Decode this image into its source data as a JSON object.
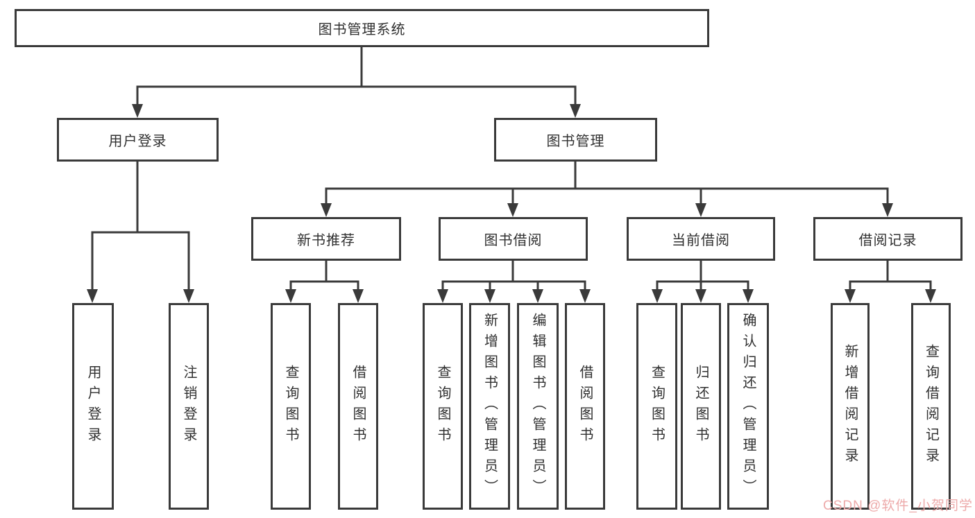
{
  "diagram": {
    "title": "图书管理系统",
    "nodes": {
      "root": "图书管理系统",
      "user_login": "用户登录",
      "book_mgmt": "图书管理",
      "new_book_rec": "新书推荐",
      "book_borrow": "图书借阅",
      "current_borrow": "当前借阅",
      "borrow_records": "借阅记录",
      "leaf_user_login": "用户登录",
      "leaf_logout": "注销登录",
      "leaf_query_books_1": "查询图书",
      "leaf_borrow_books_1": "借阅图书",
      "leaf_query_books_2": "查询图书",
      "leaf_add_books": "新增图书（管理员）",
      "leaf_edit_books": "编辑图书（管理员）",
      "leaf_borrow_books_2": "借阅图书",
      "leaf_query_books_3": "查询图书",
      "leaf_return_books": "归还图书",
      "leaf_confirm_return": "确认归还（管理员）",
      "leaf_add_record": "新增借阅记录",
      "leaf_query_record": "查询借阅记录"
    },
    "edges": [
      [
        "root",
        "user_login"
      ],
      [
        "root",
        "book_mgmt"
      ],
      [
        "user_login",
        "leaf_user_login"
      ],
      [
        "user_login",
        "leaf_logout"
      ],
      [
        "book_mgmt",
        "new_book_rec"
      ],
      [
        "book_mgmt",
        "book_borrow"
      ],
      [
        "book_mgmt",
        "current_borrow"
      ],
      [
        "book_mgmt",
        "borrow_records"
      ],
      [
        "new_book_rec",
        "leaf_query_books_1"
      ],
      [
        "new_book_rec",
        "leaf_borrow_books_1"
      ],
      [
        "book_borrow",
        "leaf_query_books_2"
      ],
      [
        "book_borrow",
        "leaf_add_books"
      ],
      [
        "book_borrow",
        "leaf_edit_books"
      ],
      [
        "book_borrow",
        "leaf_borrow_books_2"
      ],
      [
        "current_borrow",
        "leaf_query_books_3"
      ],
      [
        "current_borrow",
        "leaf_return_books"
      ],
      [
        "current_borrow",
        "leaf_confirm_return"
      ],
      [
        "borrow_records",
        "leaf_add_record"
      ],
      [
        "borrow_records",
        "leaf_query_record"
      ]
    ],
    "colors": {
      "line": "#3a3a3a",
      "box_border": "#3a3a3a",
      "text": "#303030",
      "background": "#ffffff",
      "watermark": "#edaaaa"
    }
  },
  "watermark": "CSDN @软件_小贺同学"
}
